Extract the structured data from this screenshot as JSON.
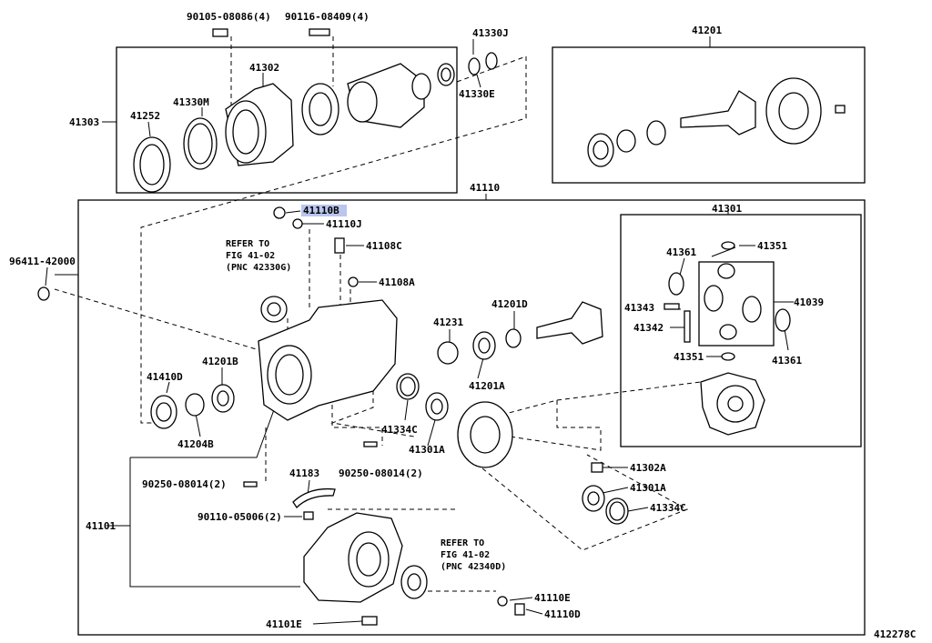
{
  "labels": {
    "p90105": "90105-08086(4)",
    "p90116": "90116-08409(4)",
    "p41330J": "41330J",
    "p41201top": "41201",
    "p41302": "41302",
    "p41330M": "41330M",
    "p41252": "41252",
    "p41303": "41303",
    "p41330E": "41330E",
    "p41110": "41110",
    "p41110B": "41110B",
    "p41110J": "41110J",
    "p41108C": "41108C",
    "p41108A": "41108A",
    "p96411": "96411-42000",
    "p41301": "41301",
    "p41361a": "41361",
    "p41351a": "41351",
    "p41343": "41343",
    "p41039": "41039",
    "p41342": "41342",
    "p41351b": "41351",
    "p41361b": "41361",
    "p41231": "41231",
    "p41201D": "41201D",
    "p41201B": "41201B",
    "p41410D": "41410D",
    "p41204B": "41204B",
    "p41201A": "41201A",
    "p41334Ca": "41334C",
    "p41301Aa": "41301A",
    "p90250a": "90250-08014(2)",
    "p90250b": "90250-08014(2)",
    "p41183": "41183",
    "p90110": "90110-05006(2)",
    "p41101": "41101",
    "p41302A": "41302A",
    "p41301Ab": "41301A",
    "p41334Cb": "41334C",
    "p41110E": "41110E",
    "p41110D": "41110D",
    "p41101E": "41101E",
    "ref1_line1": "REFER TO",
    "ref1_line2": "FIG 41-02",
    "ref1_line3": "(PNC 42330G)",
    "ref2_line1": "REFER TO",
    "ref2_line2": "FIG 41-02",
    "ref2_line3": "(PNC 42340D)",
    "figure_code": "412278C"
  },
  "highlight_color": "#b9c6ee",
  "highlighted_part": "41110B"
}
